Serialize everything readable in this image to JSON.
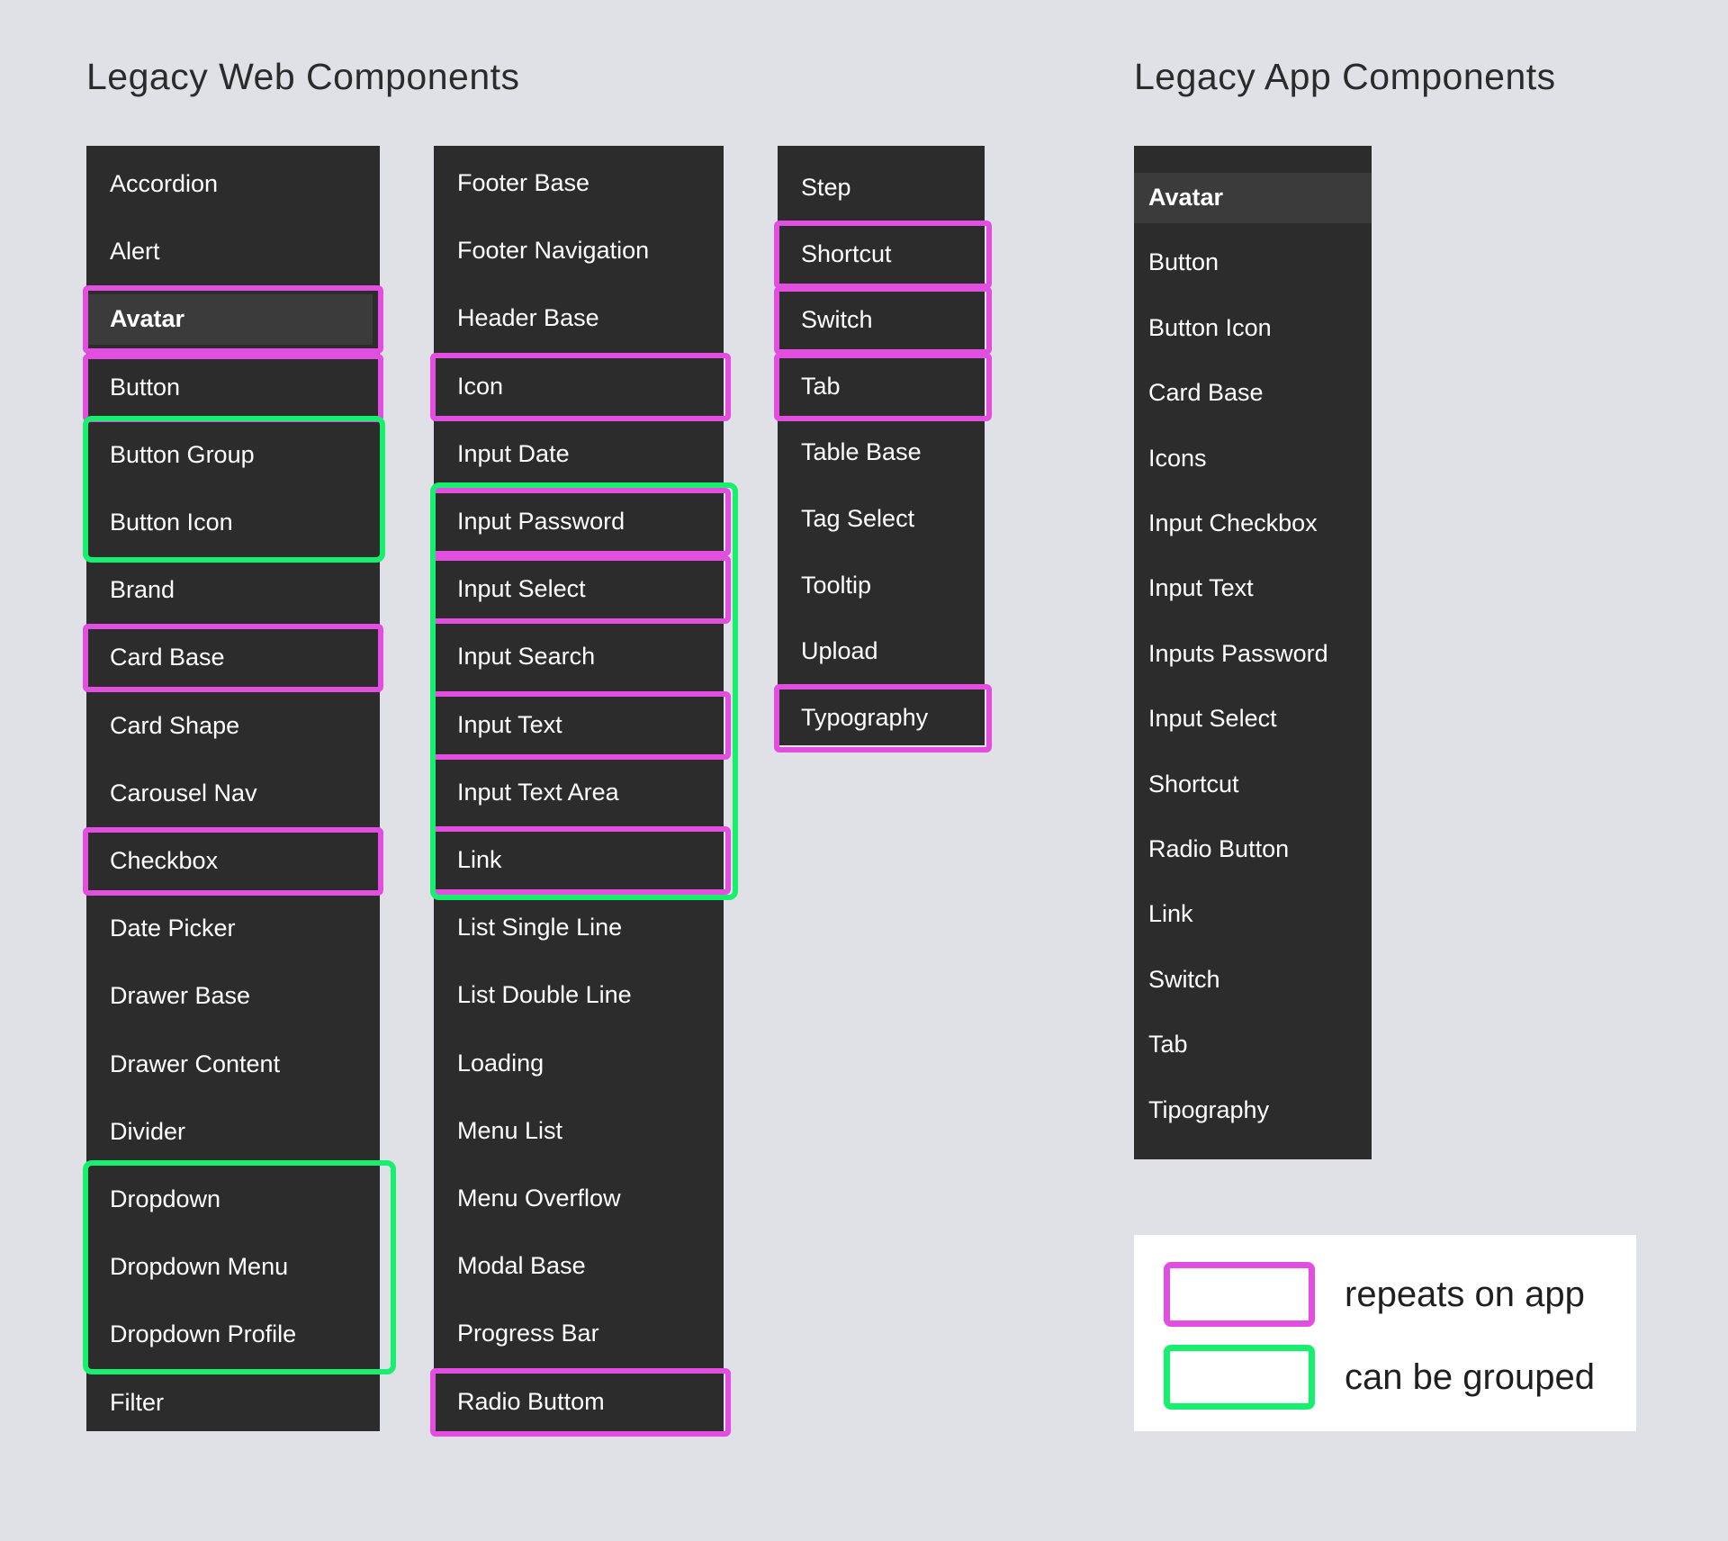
{
  "headings": {
    "web": "Legacy Web Components",
    "app": "Legacy App Components"
  },
  "web_col1": [
    {
      "label": "Accordion"
    },
    {
      "label": "Alert"
    },
    {
      "label": "Avatar",
      "selected": true,
      "mark": "repeats"
    },
    {
      "label": "Button",
      "mark": "repeats"
    },
    {
      "label": "Button Group"
    },
    {
      "label": "Button Icon"
    },
    {
      "label": "Brand"
    },
    {
      "label": "Card Base",
      "mark": "repeats"
    },
    {
      "label": "Card Shape"
    },
    {
      "label": "Carousel Nav"
    },
    {
      "label": "Checkbox",
      "mark": "repeats"
    },
    {
      "label": "Date Picker"
    },
    {
      "label": "Drawer Base"
    },
    {
      "label": "Drawer Content"
    },
    {
      "label": "Divider"
    },
    {
      "label": "Dropdown"
    },
    {
      "label": "Dropdown Menu"
    },
    {
      "label": "Dropdown Profile"
    },
    {
      "label": "Filter"
    }
  ],
  "web_col2": [
    {
      "label": "Footer Base"
    },
    {
      "label": "Footer Navigation"
    },
    {
      "label": "Header Base"
    },
    {
      "label": "Icon",
      "mark": "repeats"
    },
    {
      "label": "Input Date"
    },
    {
      "label": "Input Password",
      "mark": "repeats"
    },
    {
      "label": "Input Select",
      "mark": "repeats"
    },
    {
      "label": "Input Search"
    },
    {
      "label": "Input Text",
      "mark": "repeats"
    },
    {
      "label": "Input Text Area"
    },
    {
      "label": "Link",
      "mark": "repeats"
    },
    {
      "label": "List Single Line"
    },
    {
      "label": "List Double Line"
    },
    {
      "label": "Loading"
    },
    {
      "label": "Menu List"
    },
    {
      "label": "Menu Overflow"
    },
    {
      "label": "Modal Base"
    },
    {
      "label": "Progress Bar"
    },
    {
      "label": "Radio Buttom",
      "mark": "repeats"
    }
  ],
  "web_col3": [
    {
      "label": "Step"
    },
    {
      "label": "Shortcut",
      "mark": "repeats"
    },
    {
      "label": "Switch",
      "mark": "repeats"
    },
    {
      "label": "Tab",
      "mark": "repeats"
    },
    {
      "label": "Table Base"
    },
    {
      "label": "Tag Select"
    },
    {
      "label": "Tooltip"
    },
    {
      "label": "Upload"
    },
    {
      "label": "Typography",
      "mark": "repeats"
    }
  ],
  "app_col": [
    {
      "label": "Avatar",
      "selected": true
    },
    {
      "label": "Button"
    },
    {
      "label": "Button Icon"
    },
    {
      "label": "Card Base"
    },
    {
      "label": "Icons"
    },
    {
      "label": "Input Checkbox"
    },
    {
      "label": "Input Text"
    },
    {
      "label": "Inputs Password"
    },
    {
      "label": "Input Select"
    },
    {
      "label": "Shortcut"
    },
    {
      "label": "Radio Button"
    },
    {
      "label": "Link"
    },
    {
      "label": "Switch"
    },
    {
      "label": "Tab"
    },
    {
      "label": "Tipography"
    }
  ],
  "groups": [
    {
      "column": "web_col1",
      "items": [
        "Button Group",
        "Button Icon"
      ]
    },
    {
      "column": "web_col1",
      "items": [
        "Dropdown",
        "Dropdown Menu",
        "Dropdown Profile"
      ]
    },
    {
      "column": "web_col2",
      "items": [
        "Input Password",
        "Input Select",
        "Input Search",
        "Input Text",
        "Input Text Area",
        "Link"
      ]
    }
  ],
  "legend": {
    "repeats": "repeats on app",
    "grouped": "can be grouped"
  },
  "colors": {
    "background": "#dfe1e6",
    "panel": "#2c2c2c",
    "repeats": "#e24ee0",
    "grouped": "#17ef6e"
  }
}
